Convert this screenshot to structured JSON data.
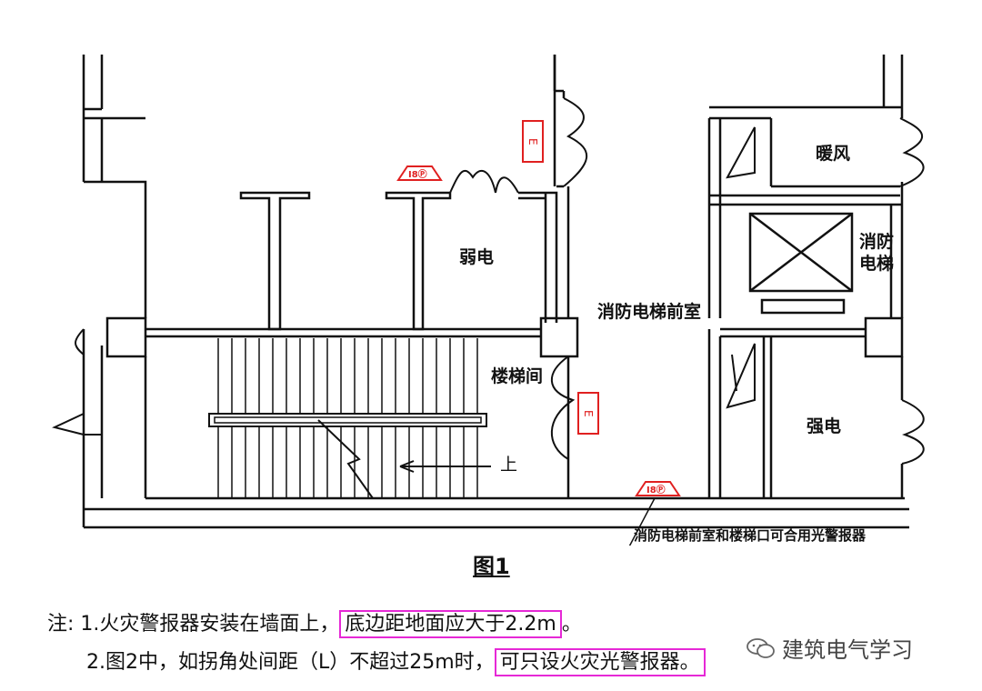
{
  "rooms": {
    "weak_electric": "弱电",
    "hvac": "暖风",
    "fire_elevator": "消防电梯",
    "fire_elevator_lobby": "消防电梯前室",
    "stairwell": "楼梯间",
    "strong_electric": "强电"
  },
  "stair_up_label": "上",
  "callout": "消防电梯前室和楼梯口可合用光警报器",
  "figure_title": "图1",
  "notes": {
    "prefix": "注: ",
    "line1_plain": "1.火灾警报器安装在墙面上，",
    "line1_highlight": "底边距地面应大于2.2m",
    "line1_end": "。",
    "line2_plain": "2.图2中，如拐角处间距（L）不超过25m时，",
    "line2_highlight": "可只设火灾光警报器。"
  },
  "watermark": "建筑电气学习",
  "colors": {
    "device": "#e02020",
    "highlight_box": "#e628d6",
    "line": "#111111"
  },
  "icons": [
    "alarm-e-icon",
    "light-alarm-icon",
    "wechat-icon",
    "elevator-cross-icon"
  ]
}
